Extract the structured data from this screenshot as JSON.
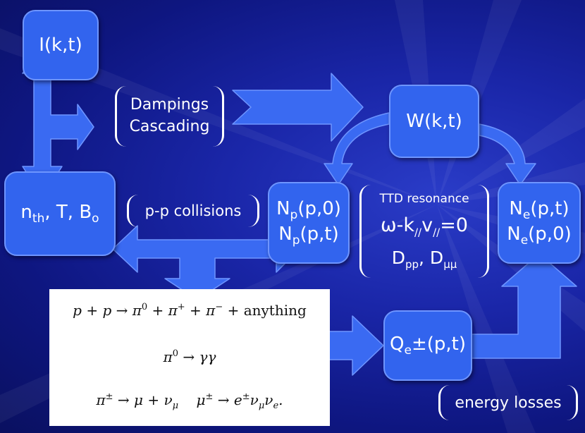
{
  "nodes": {
    "I": {
      "text": "I(k,t)"
    },
    "W": {
      "text": "W(k,t)"
    },
    "nth": {
      "n": "n",
      "n_sub": "th",
      "sep1": ",",
      "T": "T,",
      "B": "B",
      "B_sub": "o"
    },
    "Np": {
      "line1_main": "N",
      "line1_sub": "p",
      "line1_rest": "(p,0)",
      "line2_main": "N",
      "line2_sub": "p",
      "line2_rest": "(p,t)"
    },
    "Ne": {
      "line1_main": "N",
      "line1_sub": "e",
      "line1_rest": "(p,t)",
      "line2_main": "N",
      "line2_sub": "e",
      "line2_rest": "(p,0)"
    },
    "Qe": {
      "main": "Q",
      "sub": "e",
      "rest": "±(p,t)"
    }
  },
  "labels": {
    "dampings": "Dampings",
    "cascading": "Cascading",
    "pp_collisions": "p-p collisions",
    "ttd_title": "TTD resonance",
    "ttd_eq_omega": "ω-k",
    "ttd_eq_par1": "//",
    "ttd_eq_v": "v",
    "ttd_eq_par2": "//",
    "ttd_eq_rest": "=0",
    "ttd_D1": "D",
    "ttd_D1_sub": "pp",
    "ttd_sep": ",",
    "ttd_D2": "D",
    "ttd_D2_sub": "μμ",
    "energy_losses": "energy losses"
  },
  "equations": {
    "eq1_lhs": "p + p → π",
    "eq1_sup0": "0",
    "eq1_mid1": " + π",
    "eq1_supp": "+",
    "eq1_mid2": " + π",
    "eq1_supm": "−",
    "eq1_plus": " + ",
    "eq1_any": "anything",
    "eq2_lhs": "π",
    "eq2_sup": "0",
    "eq2_rhs": " → γγ",
    "eq3_a": "π",
    "eq3_a_sup": "±",
    "eq3_b": " → μ + ν",
    "eq3_b_sub": "μ",
    "eq3_c": "μ",
    "eq3_c_sup": "±",
    "eq3_d": " → e",
    "eq3_d_sup": "±",
    "eq3_e": "ν",
    "eq3_e_sub": "μ",
    "eq3_f": "ν",
    "eq3_f_sub": "e",
    "eq3_end": "."
  },
  "colors": {
    "box_fill": "#3264ee",
    "box_border": "#6e95ff",
    "arrow_fill": "#3a6af2",
    "background": "#1a26a8"
  }
}
